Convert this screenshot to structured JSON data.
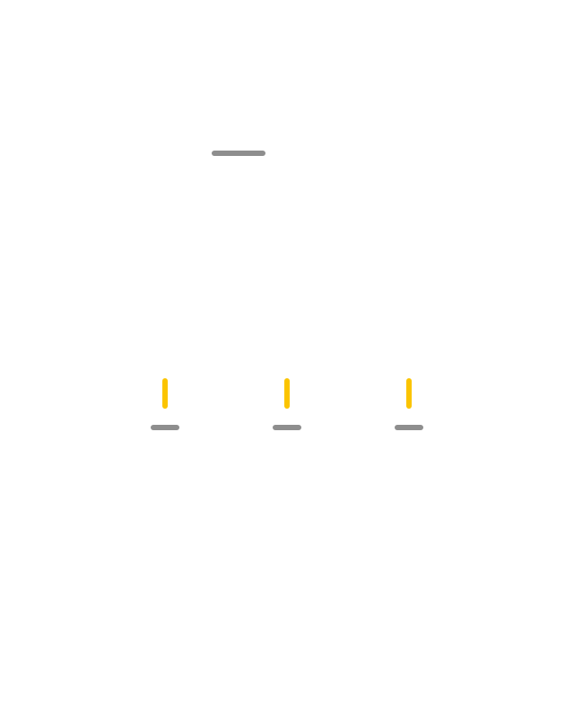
{
  "colors": {
    "background": "#ffffff",
    "placeholder_gray": "#8e8e8e",
    "accent_yellow": "#fbc400"
  },
  "indicators": [
    {
      "name": "indicator-1"
    },
    {
      "name": "indicator-2"
    },
    {
      "name": "indicator-3"
    }
  ]
}
